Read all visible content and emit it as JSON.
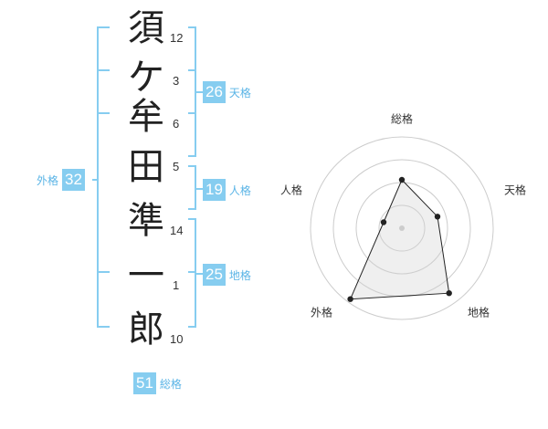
{
  "name_chars": [
    "須",
    "ケ",
    "牟",
    "田",
    "準",
    "一",
    "郎"
  ],
  "strokes": [
    "12",
    "3",
    "6",
    "5",
    "14",
    "1",
    "10"
  ],
  "kaku": {
    "tenkaku": {
      "value": "26",
      "label": "天格"
    },
    "jinkaku": {
      "value": "19",
      "label": "人格"
    },
    "chikaku": {
      "value": "25",
      "label": "地格"
    },
    "gaikaku": {
      "value": "32",
      "label": "外格"
    },
    "soukaku": {
      "value": "51",
      "label": "総格"
    }
  },
  "colors": {
    "bracket": "#86cdf0",
    "badge": "#86cdf0",
    "label": "#5ab4e6"
  },
  "chart_data": {
    "type": "radar",
    "axes": [
      "総格",
      "天格",
      "地格",
      "外格",
      "人格"
    ],
    "values": [
      0.53,
      0.41,
      0.88,
      0.96,
      0.21
    ],
    "range": [
      0,
      1
    ],
    "rings": 4
  }
}
